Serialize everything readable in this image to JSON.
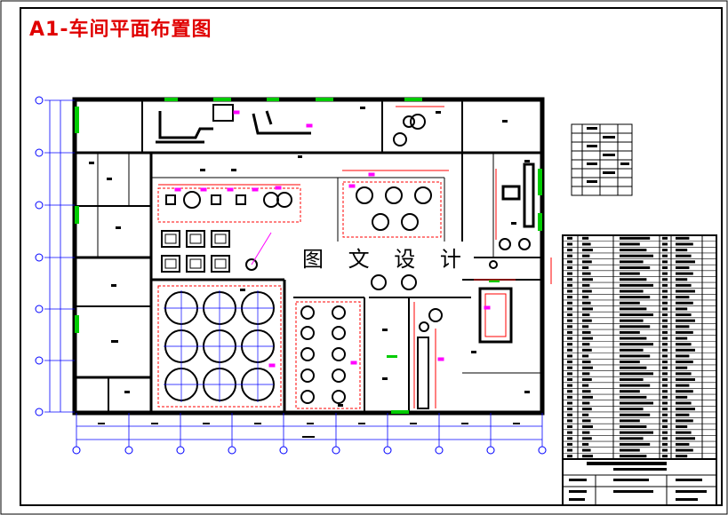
{
  "title": "A1-车间平面布置图",
  "watermark": "图 文 设 计",
  "colors": {
    "wall": "#000000",
    "line": "#0000ff",
    "dimension": "#ff0000",
    "door": "#00cc00",
    "highlight": "#ff00ff",
    "frame": "#000000"
  },
  "grid_bubbles_left_count": 7,
  "grid_bubbles_bottom_count": 10
}
